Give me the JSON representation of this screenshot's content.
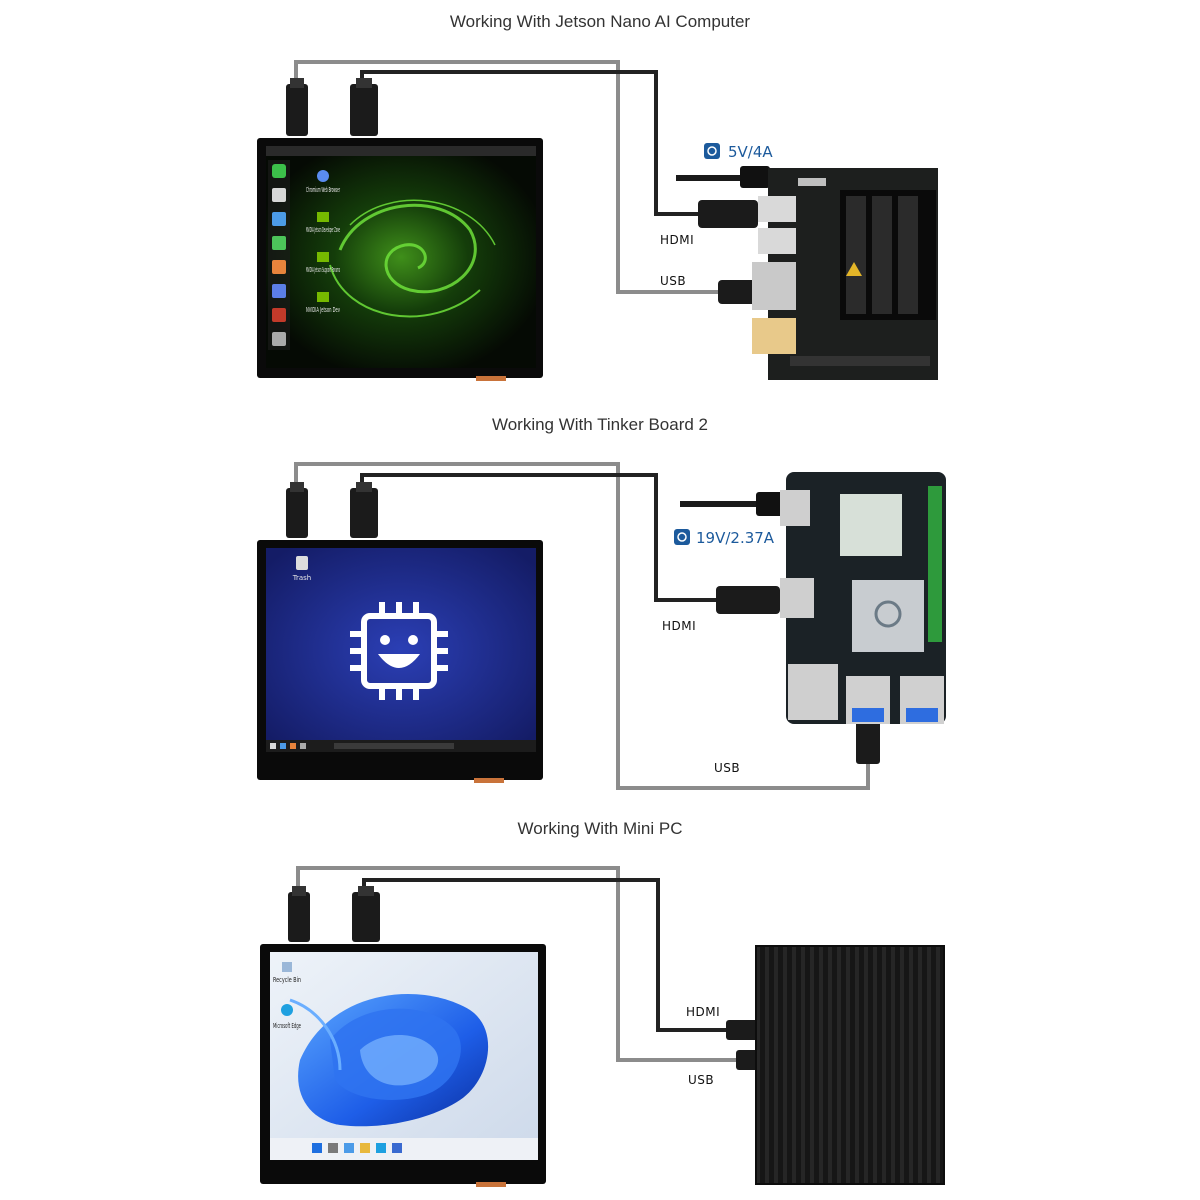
{
  "sections": [
    {
      "title": "Working With Jetson Nano AI Computer",
      "power_label": "5V/4A",
      "hdmi_label": "HDMI",
      "usb_label": "USB",
      "desktop_icons": [
        "Chromium Web Browser",
        "NVIDIA Jetson Developer Zone",
        "NVIDIA Jetson Support Forums",
        "NVIDIA Jetson Dev"
      ]
    },
    {
      "title": "Working With Tinker Board 2",
      "power_label": "19V/2.37A",
      "hdmi_label": "HDMI",
      "usb_label": "USB",
      "desktop_icons": [
        "Trash"
      ]
    },
    {
      "title": "Working With Mini PC",
      "hdmi_label": "HDMI",
      "usb_label": "USB",
      "desktop_icons": [
        "Recycle Bin",
        "Microsoft Edge"
      ]
    }
  ],
  "colors": {
    "cable": "#2a2a2a",
    "cable_light": "#9a9a9a",
    "power_accent": "#1c5a9c",
    "jetson_wallpaper": "#0c1a08",
    "tinker_wallpaper": "#1f2a8a",
    "win11_wallpaper": "#dfe7f2"
  }
}
